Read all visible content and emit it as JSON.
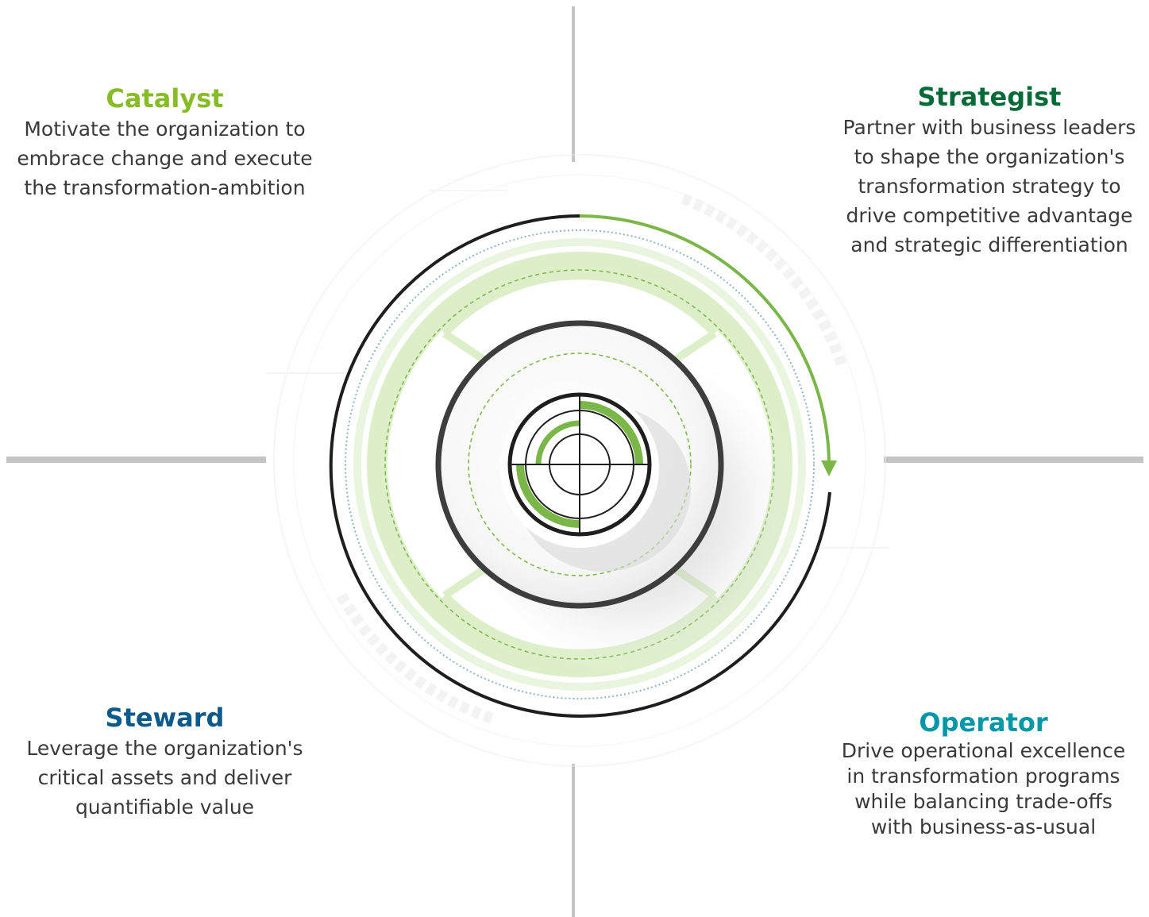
{
  "roles": {
    "catalyst": {
      "title": "Catalyst",
      "color": "#86bc25",
      "description": [
        "Motivate the organization to",
        "embrace change and execute",
        "the transformation-ambition"
      ]
    },
    "strategist": {
      "title": "Strategist",
      "color": "#046a38",
      "description": [
        "Partner with business leaders",
        "to shape the organization's",
        "transformation strategy to",
        "drive competitive advantage",
        "and strategic differentiation"
      ]
    },
    "steward": {
      "title": "Steward",
      "color": "#0c5a8a",
      "description": [
        "Leverage the organization's",
        "critical assets and deliver",
        "quantifiable value"
      ]
    },
    "operator": {
      "title": "Operator",
      "color": "#0097a9",
      "description": [
        "Drive operational excellence",
        "in transformation programs",
        "while balancing trade-offs",
        "with business-as-usual"
      ]
    }
  },
  "accent_colors": {
    "green": "#7ab648",
    "light_green": "#dcefc9",
    "dark_ring": "#3d3d3d",
    "axis": "#c4c4c4",
    "dotted_blue": "#8fb3c2"
  }
}
